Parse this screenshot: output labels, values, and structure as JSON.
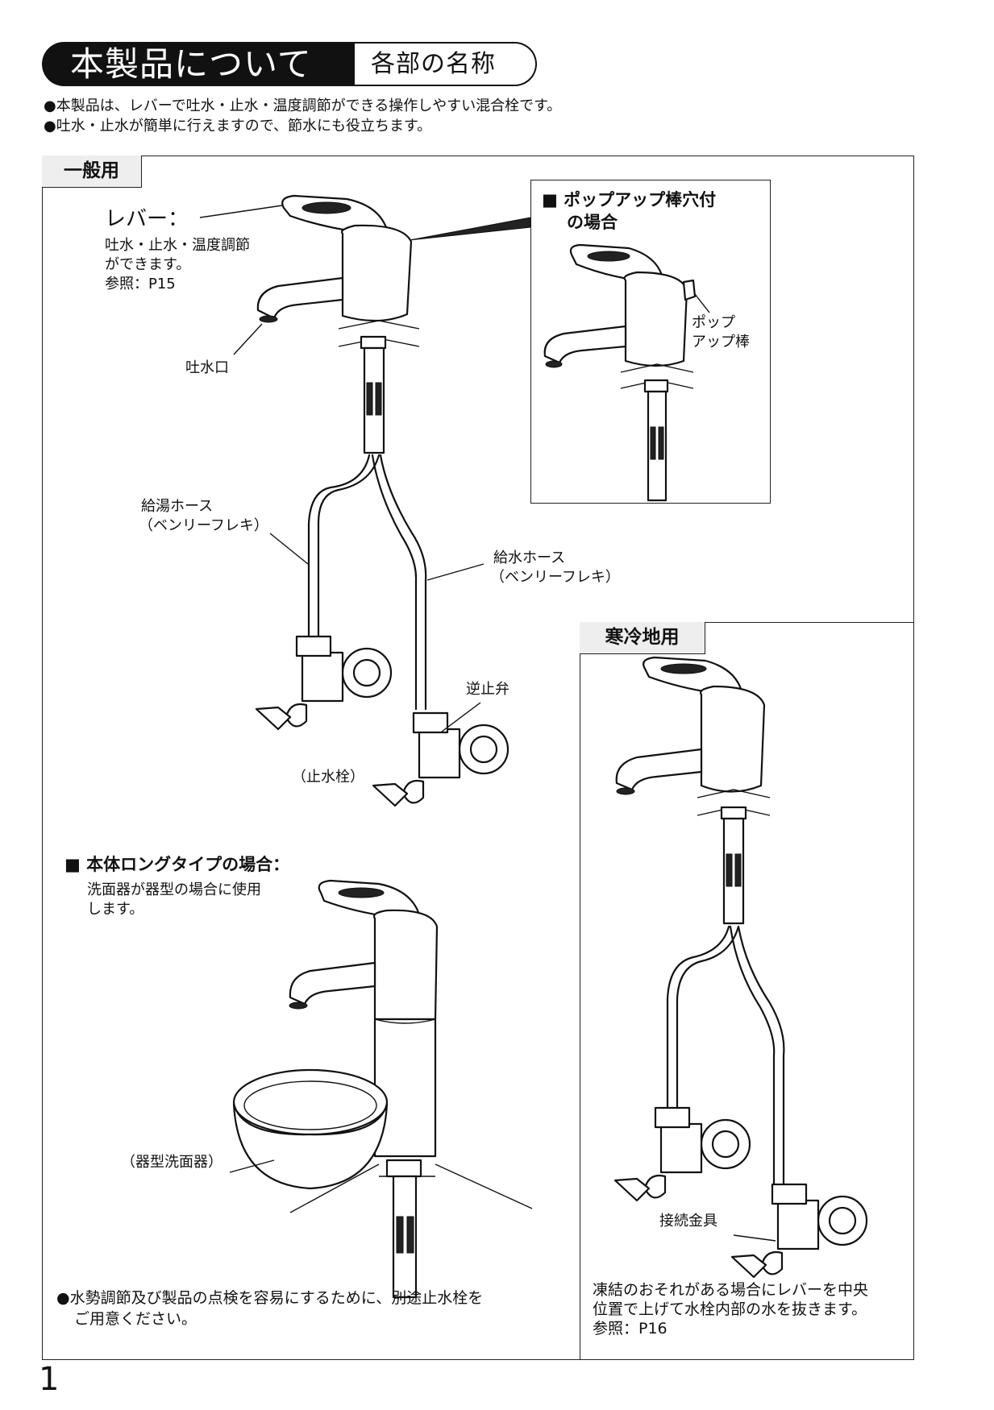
{
  "header": {
    "title": "本製品について",
    "subtitle": "各部の名称"
  },
  "intro": [
    "●本製品は、レバーで吐水・止水・温度調節ができる操作しやすい混合栓です。",
    "●吐水・止水が簡単に行えますので、節水にも役立ちます。"
  ],
  "general": {
    "tag": "一般用",
    "lever_title": "レバー：",
    "lever_desc": [
      "吐水・止水・温度調節",
      "ができます。",
      "参照：P15"
    ],
    "spout": "吐水口",
    "hot_hose": [
      "給湯ホース",
      "（ベンリーフレキ）"
    ],
    "cold_hose": [
      "給水ホース",
      "（ベンリーフレキ）"
    ],
    "check_valve": "逆止弁",
    "stop_valve": "（止水栓）"
  },
  "popup": {
    "heading": [
      "■ ポップアップ棒穴付",
      "の場合"
    ],
    "rod": [
      "ポップ",
      "アップ棒"
    ]
  },
  "long_type": {
    "heading": "■ 本体ロングタイプの場合：",
    "desc": [
      "洗面器が器型の場合に使用",
      "します。"
    ],
    "bowl": "（器型洗面器）"
  },
  "note": [
    "●水勢調節及び製品の点検を容易にするために、別途止水栓を",
    "ご用意ください。"
  ],
  "cold_region": {
    "tag": "寒冷地用",
    "fitting": "接続金具",
    "note": [
      "凍結のおそれがある場合にレバーを中央",
      "位置で上げて水栓内部の水を抜きます。",
      "参照：P16"
    ]
  },
  "page_number": "1"
}
